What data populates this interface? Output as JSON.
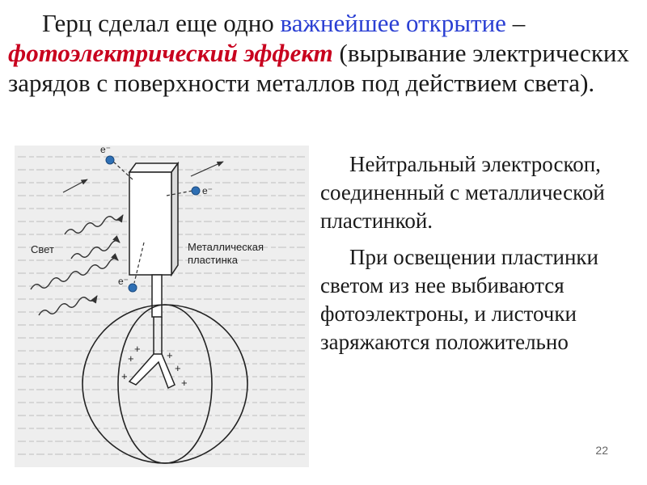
{
  "bullet": "",
  "intro": {
    "part1": "Герц сделал еще одно ",
    "highlight": "важнейшее открытие",
    "dash": " – ",
    "term": "фотоэлектрический эффект",
    "rest": " (вырывание электрических зарядов с поверхности металлов под действием света)."
  },
  "figure": {
    "light_label": "Свет",
    "plate_label_line1": "Металлическая",
    "plate_label_line2": "пластинка",
    "electron_label": "e⁻",
    "plus_sign": "+"
  },
  "side_text": {
    "paragraph1": "Нейтральный электроскоп, соединенный с металлической пластинкой.",
    "paragraph2": "При освещении пластинки светом из нее выбиваются фотоэлектроны, и листочки заряжаются положительно"
  },
  "slide_number": "22",
  "colors": {
    "highlight": "#2a3fd3",
    "term": "#c8001e",
    "electron": "#2e6fb4"
  }
}
